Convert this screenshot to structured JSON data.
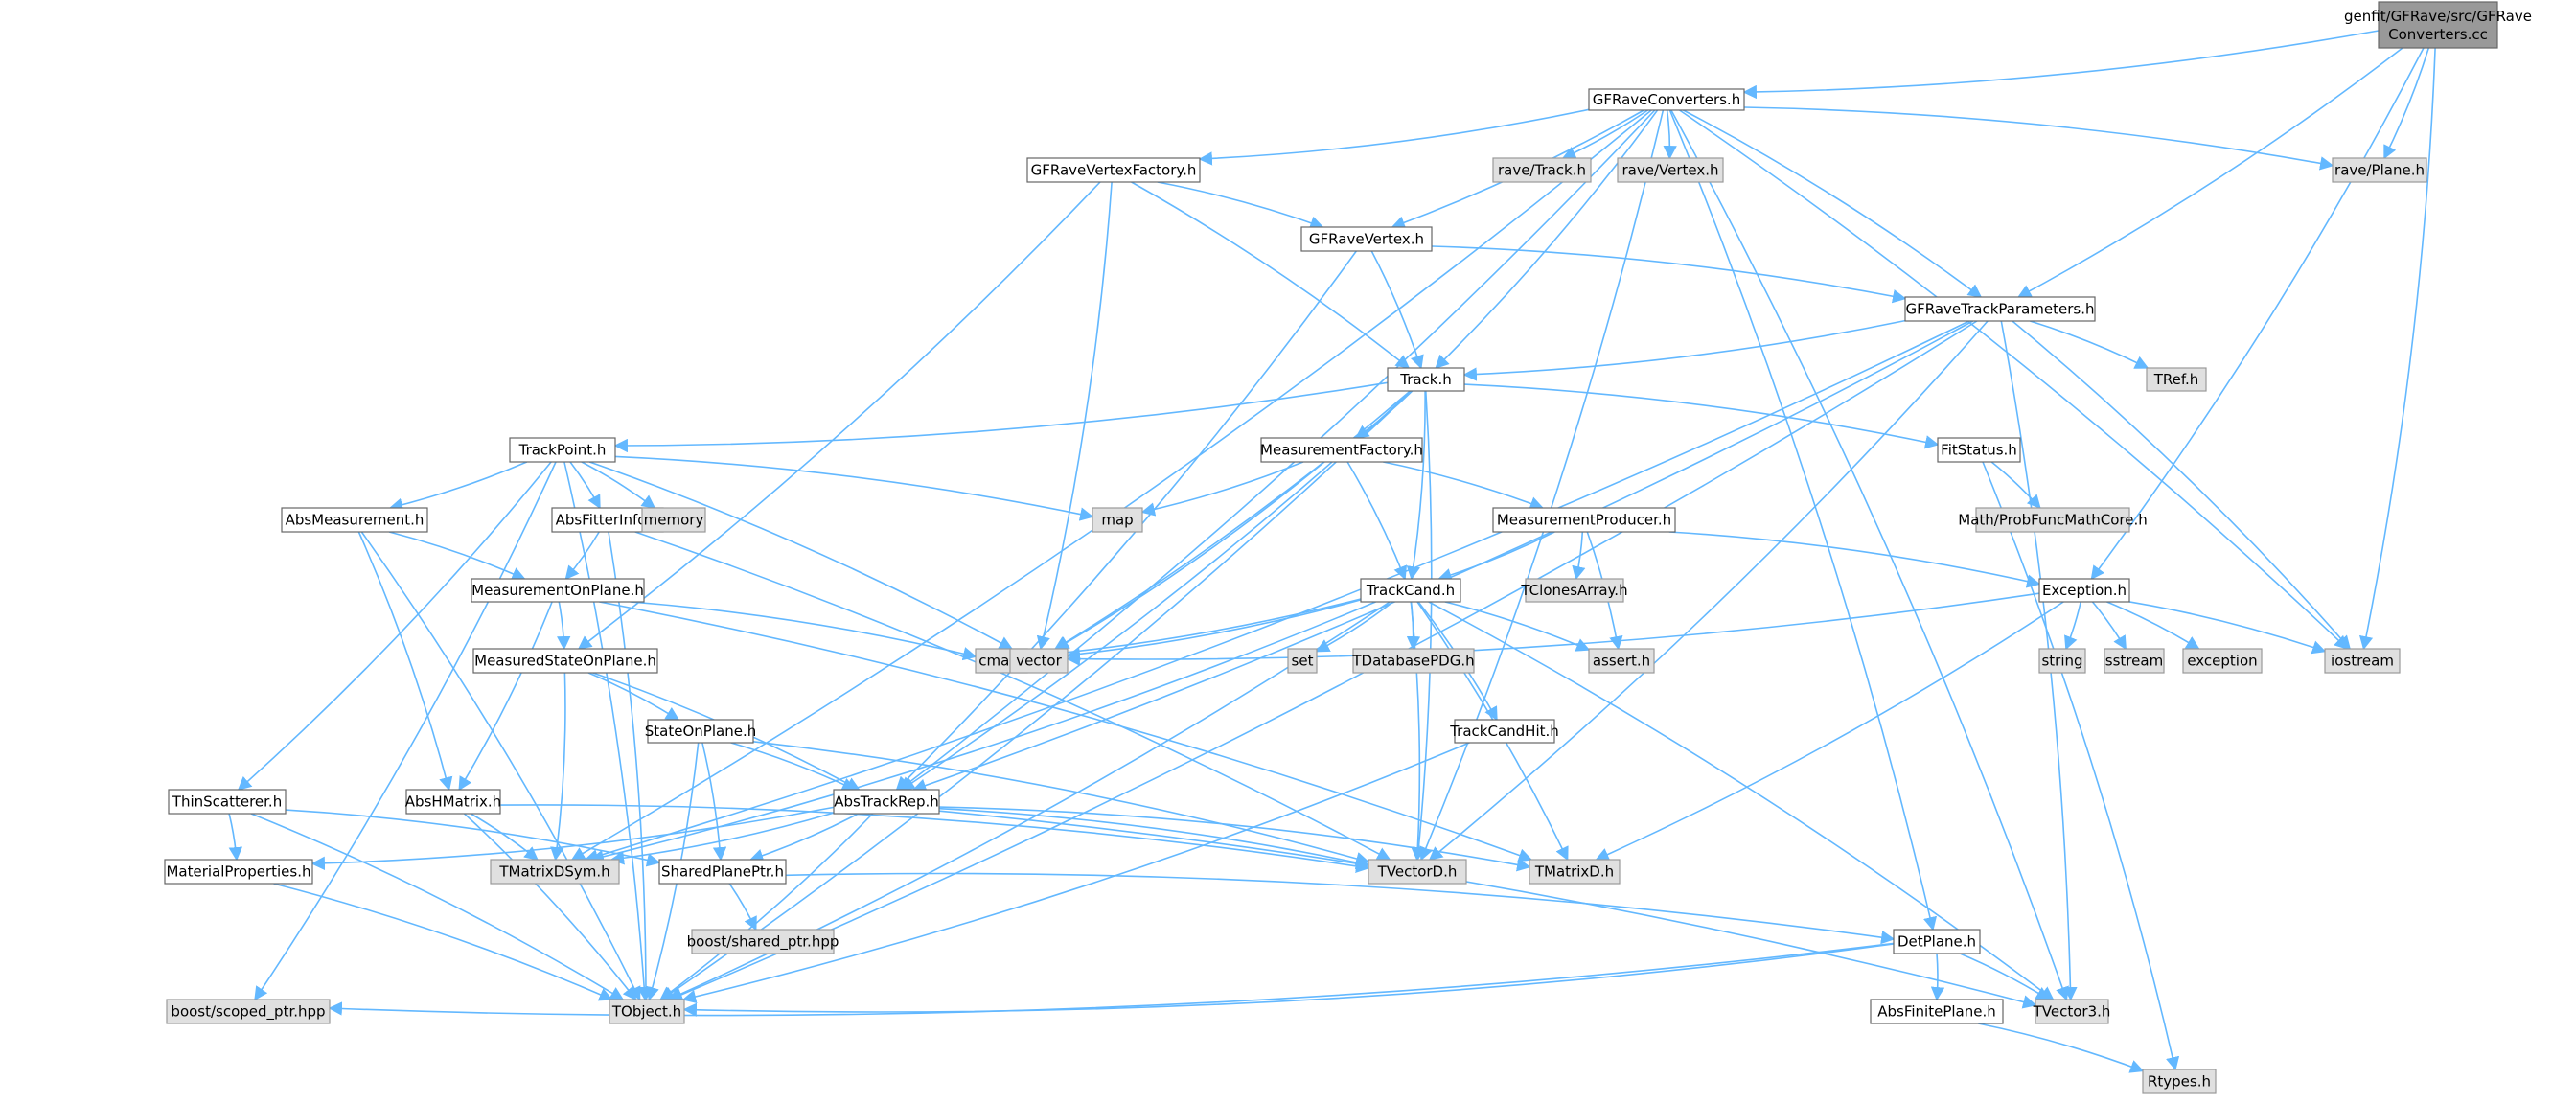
{
  "colors": {
    "edge": "#63b8ff",
    "root_fill": "#999999",
    "root_stroke": "#666666",
    "header_fill": "#ffffff",
    "header_stroke": "#666666",
    "system_fill": "#e0e0e0",
    "system_stroke": "#999999"
  },
  "nodes": [
    {
      "id": "root",
      "label": "genfit/GFRave/src/GFRave",
      "label2": "Converters.cc",
      "kind": "root"
    },
    {
      "id": "conv",
      "label": "GFRaveConverters.h",
      "kind": "header"
    },
    {
      "id": "vfact",
      "label": "GFRaveVertexFactory.h",
      "kind": "header"
    },
    {
      "id": "ravetrack",
      "label": "rave/Track.h",
      "kind": "system"
    },
    {
      "id": "ravevertex",
      "label": "rave/Vertex.h",
      "kind": "system"
    },
    {
      "id": "raveplane",
      "label": "rave/Plane.h",
      "kind": "system"
    },
    {
      "id": "vtx",
      "label": "GFRaveVertex.h",
      "kind": "header"
    },
    {
      "id": "tpar",
      "label": "GFRaveTrackParameters.h",
      "kind": "header"
    },
    {
      "id": "track",
      "label": "Track.h",
      "kind": "header"
    },
    {
      "id": "tref",
      "label": "TRef.h",
      "kind": "system"
    },
    {
      "id": "tpoint",
      "label": "TrackPoint.h",
      "kind": "header"
    },
    {
      "id": "mfact",
      "label": "MeasurementFactory.h",
      "kind": "header"
    },
    {
      "id": "fit",
      "label": "FitStatus.h",
      "kind": "header"
    },
    {
      "id": "absmeas",
      "label": "AbsMeasurement.h",
      "kind": "header"
    },
    {
      "id": "absfit",
      "label": "AbsFitterInfo.h",
      "kind": "header"
    },
    {
      "id": "memory",
      "label": "memory",
      "kind": "system"
    },
    {
      "id": "map",
      "label": "map",
      "kind": "system"
    },
    {
      "id": "mprod",
      "label": "MeasurementProducer.h",
      "kind": "header"
    },
    {
      "id": "mathpf",
      "label": "Math/ProbFuncMathCore.h",
      "kind": "system"
    },
    {
      "id": "mop",
      "label": "MeasurementOnPlane.h",
      "kind": "header"
    },
    {
      "id": "tclones",
      "label": "TClonesArray.h",
      "kind": "system"
    },
    {
      "id": "tcand",
      "label": "TrackCand.h",
      "kind": "header"
    },
    {
      "id": "exc",
      "label": "Exception.h",
      "kind": "header"
    },
    {
      "id": "msop",
      "label": "MeasuredStateOnPlane.h",
      "kind": "header"
    },
    {
      "id": "cmath",
      "label": "cmath",
      "kind": "system"
    },
    {
      "id": "vector",
      "label": "vector",
      "kind": "system"
    },
    {
      "id": "set",
      "label": "set",
      "kind": "system"
    },
    {
      "id": "tdb",
      "label": "TDatabasePDG.h",
      "kind": "system"
    },
    {
      "id": "assert",
      "label": "assert.h",
      "kind": "system"
    },
    {
      "id": "string",
      "label": "string",
      "kind": "system"
    },
    {
      "id": "sstream",
      "label": "sstream",
      "kind": "system"
    },
    {
      "id": "exception",
      "label": "exception",
      "kind": "system"
    },
    {
      "id": "iostream",
      "label": "iostream",
      "kind": "system"
    },
    {
      "id": "sop",
      "label": "StateOnPlane.h",
      "kind": "header"
    },
    {
      "id": "tchit",
      "label": "TrackCandHit.h",
      "kind": "header"
    },
    {
      "id": "thin",
      "label": "ThinScatterer.h",
      "kind": "header"
    },
    {
      "id": "absh",
      "label": "AbsHMatrix.h",
      "kind": "header"
    },
    {
      "id": "absrep",
      "label": "AbsTrackRep.h",
      "kind": "header"
    },
    {
      "id": "matprop",
      "label": "MaterialProperties.h",
      "kind": "header"
    },
    {
      "id": "tmds",
      "label": "TMatrixDSym.h",
      "kind": "system"
    },
    {
      "id": "spp",
      "label": "SharedPlanePtr.h",
      "kind": "header"
    },
    {
      "id": "tvd",
      "label": "TVectorD.h",
      "kind": "system"
    },
    {
      "id": "tmd",
      "label": "TMatrixD.h",
      "kind": "system"
    },
    {
      "id": "boostsh",
      "label": "boost/shared_ptr.hpp",
      "kind": "system"
    },
    {
      "id": "detplane",
      "label": "DetPlane.h",
      "kind": "header"
    },
    {
      "id": "boostsc",
      "label": "boost/scoped_ptr.hpp",
      "kind": "system"
    },
    {
      "id": "tobject",
      "label": "TObject.h",
      "kind": "system"
    },
    {
      "id": "absfin",
      "label": "AbsFinitePlane.h",
      "kind": "header"
    },
    {
      "id": "tvec3",
      "label": "TVector3.h",
      "kind": "system"
    },
    {
      "id": "rtypes",
      "label": "Rtypes.h",
      "kind": "system"
    }
  ],
  "edges": [
    [
      "root",
      "conv"
    ],
    [
      "root",
      "raveplane"
    ],
    [
      "root",
      "tpar"
    ],
    [
      "root",
      "exc"
    ],
    [
      "root",
      "iostream"
    ],
    [
      "conv",
      "vfact"
    ],
    [
      "conv",
      "ravetrack"
    ],
    [
      "conv",
      "ravevertex"
    ],
    [
      "conv",
      "raveplane"
    ],
    [
      "conv",
      "vtx"
    ],
    [
      "conv",
      "tpar"
    ],
    [
      "conv",
      "track"
    ],
    [
      "conv",
      "absrep"
    ],
    [
      "conv",
      "tmds"
    ],
    [
      "conv",
      "tvd"
    ],
    [
      "conv",
      "iostream"
    ],
    [
      "conv",
      "detplane"
    ],
    [
      "conv",
      "tvec3"
    ],
    [
      "vfact",
      "vtx"
    ],
    [
      "vfact",
      "track"
    ],
    [
      "vfact",
      "msop"
    ],
    [
      "vfact",
      "vector"
    ],
    [
      "vtx",
      "tpar"
    ],
    [
      "vtx",
      "track"
    ],
    [
      "vtx",
      "absrep"
    ],
    [
      "tpar",
      "track"
    ],
    [
      "tpar",
      "tref"
    ],
    [
      "tpar",
      "absrep"
    ],
    [
      "tpar",
      "tmds"
    ],
    [
      "tpar",
      "tvd"
    ],
    [
      "tpar",
      "tobject"
    ],
    [
      "tpar",
      "tvec3"
    ],
    [
      "tpar",
      "iostream"
    ],
    [
      "track",
      "tpoint"
    ],
    [
      "track",
      "mfact"
    ],
    [
      "track",
      "fit"
    ],
    [
      "track",
      "tcand"
    ],
    [
      "track",
      "absrep"
    ],
    [
      "track",
      "vector"
    ],
    [
      "track",
      "tvd"
    ],
    [
      "track",
      "tobject"
    ],
    [
      "tpoint",
      "absmeas"
    ],
    [
      "tpoint",
      "absfit"
    ],
    [
      "tpoint",
      "memory"
    ],
    [
      "tpoint",
      "map"
    ],
    [
      "tpoint",
      "vector"
    ],
    [
      "tpoint",
      "thin"
    ],
    [
      "tpoint",
      "boostsc"
    ],
    [
      "tpoint",
      "tobject"
    ],
    [
      "mfact",
      "map"
    ],
    [
      "mfact",
      "mprod"
    ],
    [
      "mfact",
      "tcand"
    ],
    [
      "mfact",
      "vector"
    ],
    [
      "fit",
      "mathpf"
    ],
    [
      "fit",
      "rtypes"
    ],
    [
      "absmeas",
      "mop"
    ],
    [
      "absmeas",
      "absh"
    ],
    [
      "absmeas",
      "tobject"
    ],
    [
      "absfit",
      "mop"
    ],
    [
      "absfit",
      "tvd"
    ],
    [
      "absfit",
      "tobject"
    ],
    [
      "mprod",
      "tclones"
    ],
    [
      "mprod",
      "tcand"
    ],
    [
      "mprod",
      "exc"
    ],
    [
      "mprod",
      "assert"
    ],
    [
      "mop",
      "msop"
    ],
    [
      "mop",
      "absh"
    ],
    [
      "mop",
      "cmath"
    ],
    [
      "mop",
      "tmd"
    ],
    [
      "tcand",
      "cmath"
    ],
    [
      "tcand",
      "vector"
    ],
    [
      "tcand",
      "set"
    ],
    [
      "tcand",
      "tdb"
    ],
    [
      "tcand",
      "assert"
    ],
    [
      "tcand",
      "tchit"
    ],
    [
      "tcand",
      "tmds"
    ],
    [
      "tcand",
      "tvd"
    ],
    [
      "tcand",
      "tmd"
    ],
    [
      "tcand",
      "tobject"
    ],
    [
      "tcand",
      "tvec3"
    ],
    [
      "exc",
      "vector"
    ],
    [
      "exc",
      "string"
    ],
    [
      "exc",
      "sstream"
    ],
    [
      "exc",
      "exception"
    ],
    [
      "exc",
      "iostream"
    ],
    [
      "exc",
      "tmd"
    ],
    [
      "msop",
      "sop"
    ],
    [
      "msop",
      "absrep"
    ],
    [
      "msop",
      "tmds"
    ],
    [
      "sop",
      "absrep"
    ],
    [
      "sop",
      "spp"
    ],
    [
      "sop",
      "tvd"
    ],
    [
      "sop",
      "tobject"
    ],
    [
      "tchit",
      "tobject"
    ],
    [
      "thin",
      "matprop"
    ],
    [
      "thin",
      "spp"
    ],
    [
      "thin",
      "tobject"
    ],
    [
      "absh",
      "tmds"
    ],
    [
      "absh",
      "tvd"
    ],
    [
      "absh",
      "tobject"
    ],
    [
      "absrep",
      "matprop"
    ],
    [
      "absrep",
      "tmds"
    ],
    [
      "absrep",
      "spp"
    ],
    [
      "absrep",
      "tvd"
    ],
    [
      "absrep",
      "tmd"
    ],
    [
      "absrep",
      "tobject"
    ],
    [
      "absrep",
      "tvec3"
    ],
    [
      "matprop",
      "tobject"
    ],
    [
      "spp",
      "boostsh"
    ],
    [
      "spp",
      "detplane"
    ],
    [
      "detplane",
      "boostsc"
    ],
    [
      "detplane",
      "tobject"
    ],
    [
      "detplane",
      "absfin"
    ],
    [
      "detplane",
      "tvec3"
    ],
    [
      "absfin",
      "rtypes"
    ]
  ]
}
